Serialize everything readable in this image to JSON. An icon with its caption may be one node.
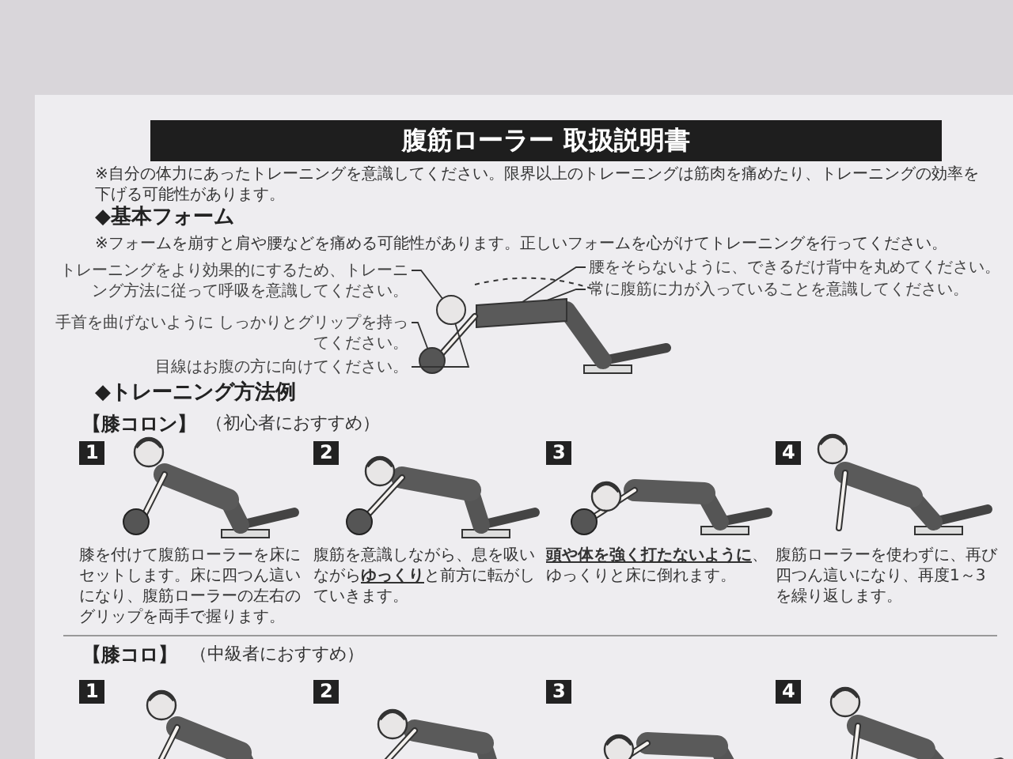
{
  "diagram": {
    "title": "腹筋ローラー 取扱説明書",
    "nodes": [
      {
        "text": [
          "トレーニングをより効果的にするため、トレーニング方法に従って呼吸を意識してください。"
        ]
      },
      {
        "text": [
          "腰をそらないように、できるだけ背中を丸めてください。"
        ]
      },
      {
        "text": [
          "常に腹筋に力が入っていることを意識してください。"
        ]
      },
      {
        "text": [
          "手首を曲げないように しっかりとグリップを持ってください。"
        ]
      },
      {
        "text": [
          "目線はお腹の方に向けてください。"
        ]
      },
      {
        "text": [],
        "shape": "circle"
      },
      {
        "text": [],
        "shape": "bar"
      },
      {
        "text": [],
        "shape": "circle"
      }
    ],
    "edges": [
      {
        "from": 0,
        "to": 5,
        "arrow": "none"
      },
      {
        "from": 1,
        "to": 6,
        "arrow": "none"
      },
      {
        "from": 2,
        "to": 6,
        "arrow": "none"
      },
      {
        "from": 3,
        "to": 7,
        "arrow": "none"
      },
      {
        "from": 4,
        "to": 5,
        "arrow": "none"
      }
    ],
    "labels": [
      "※自分の体力にあったトレーニングを意識してください。限界以上のトレーニングは筋肉を痛めたり、トレーニングの効率を下げる可能性があります。",
      "◆基本フォーム",
      "※フォームを崩すと肩や腰などを痛める可能性があります。正しいフォームを心がけてトレーニングを行ってください。",
      "◆トレーニング方法例",
      "【膝コロン】",
      "（初心者におすすめ）",
      "1",
      "膝を付けて腹筋ローラーを床にセットします。床に四つん這いになり、腹筋ローラーの左右のグリップを両手で握ります。",
      "2",
      "腹筋を意識しながら、息を吸いながら**ゆっくり**と前方に転がしていきます。",
      "3",
      "**頭や体を強く打たないように**、ゆっくりと床に倒れます。",
      "4",
      "腹筋ローラーを使わずに、再び四つん這いになり、再度1～3を繰り返します。",
      "【膝コロ】",
      "（中級者におすすめ）",
      "1",
      "2",
      "3",
      "4"
    ]
  }
}
